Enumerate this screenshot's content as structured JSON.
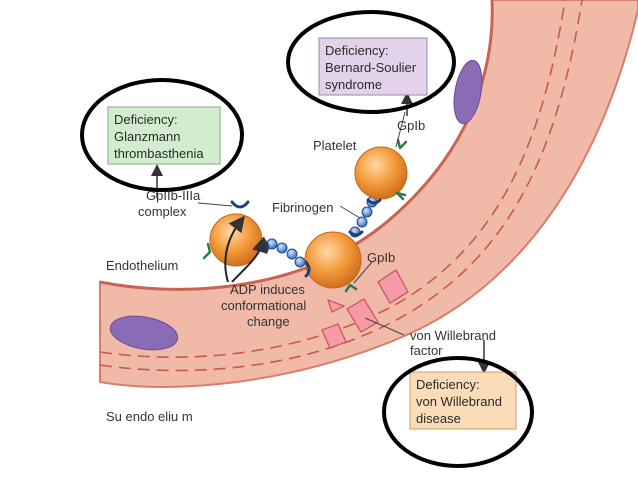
{
  "boxes": {
    "glanzmann": {
      "line1": "Deficiency:",
      "line2": "Glanzmann",
      "line3": "thrombasthenia",
      "fill": "#d3ecd0",
      "stroke": "#7fae7a"
    },
    "bernard": {
      "line1": "Deficiency:",
      "line2": "Bernard-Soulier",
      "line3": "syndrome",
      "fill": "#e3d3ea",
      "stroke": "#a184ad"
    },
    "vonwillebrand": {
      "line1": "Deficiency:",
      "line2": "von Willebrand",
      "line3": "disease",
      "fill": "#fbdcb8",
      "stroke": "#d79a5c"
    }
  },
  "labels": {
    "gp_complex_1": "GpIIb-IIIa",
    "gp_complex_2": "complex",
    "platelet": "Platelet",
    "fibrinogen": "Fibrinogen",
    "gpib_top": "GpIb",
    "gpib_bottom": "GpIb",
    "endothelium": "Endothelium",
    "adp_1": "ADP induces",
    "adp_2": "conformational",
    "adp_3": "change",
    "vwf_1": "von Willebrand",
    "vwf_2": "factor",
    "subendothelium": "Su endo eliu m"
  },
  "colors": {
    "vessel": "#f1b9a8",
    "vessel_dark": "#d97d6c",
    "platelet": "#f49b3c",
    "platelet_edge": "#c2651c",
    "nucleus": "#8a6bb5",
    "receptor": "#2f7a4a",
    "fibrinogen": "#3b78c4",
    "highlight_ring": "#000000"
  }
}
